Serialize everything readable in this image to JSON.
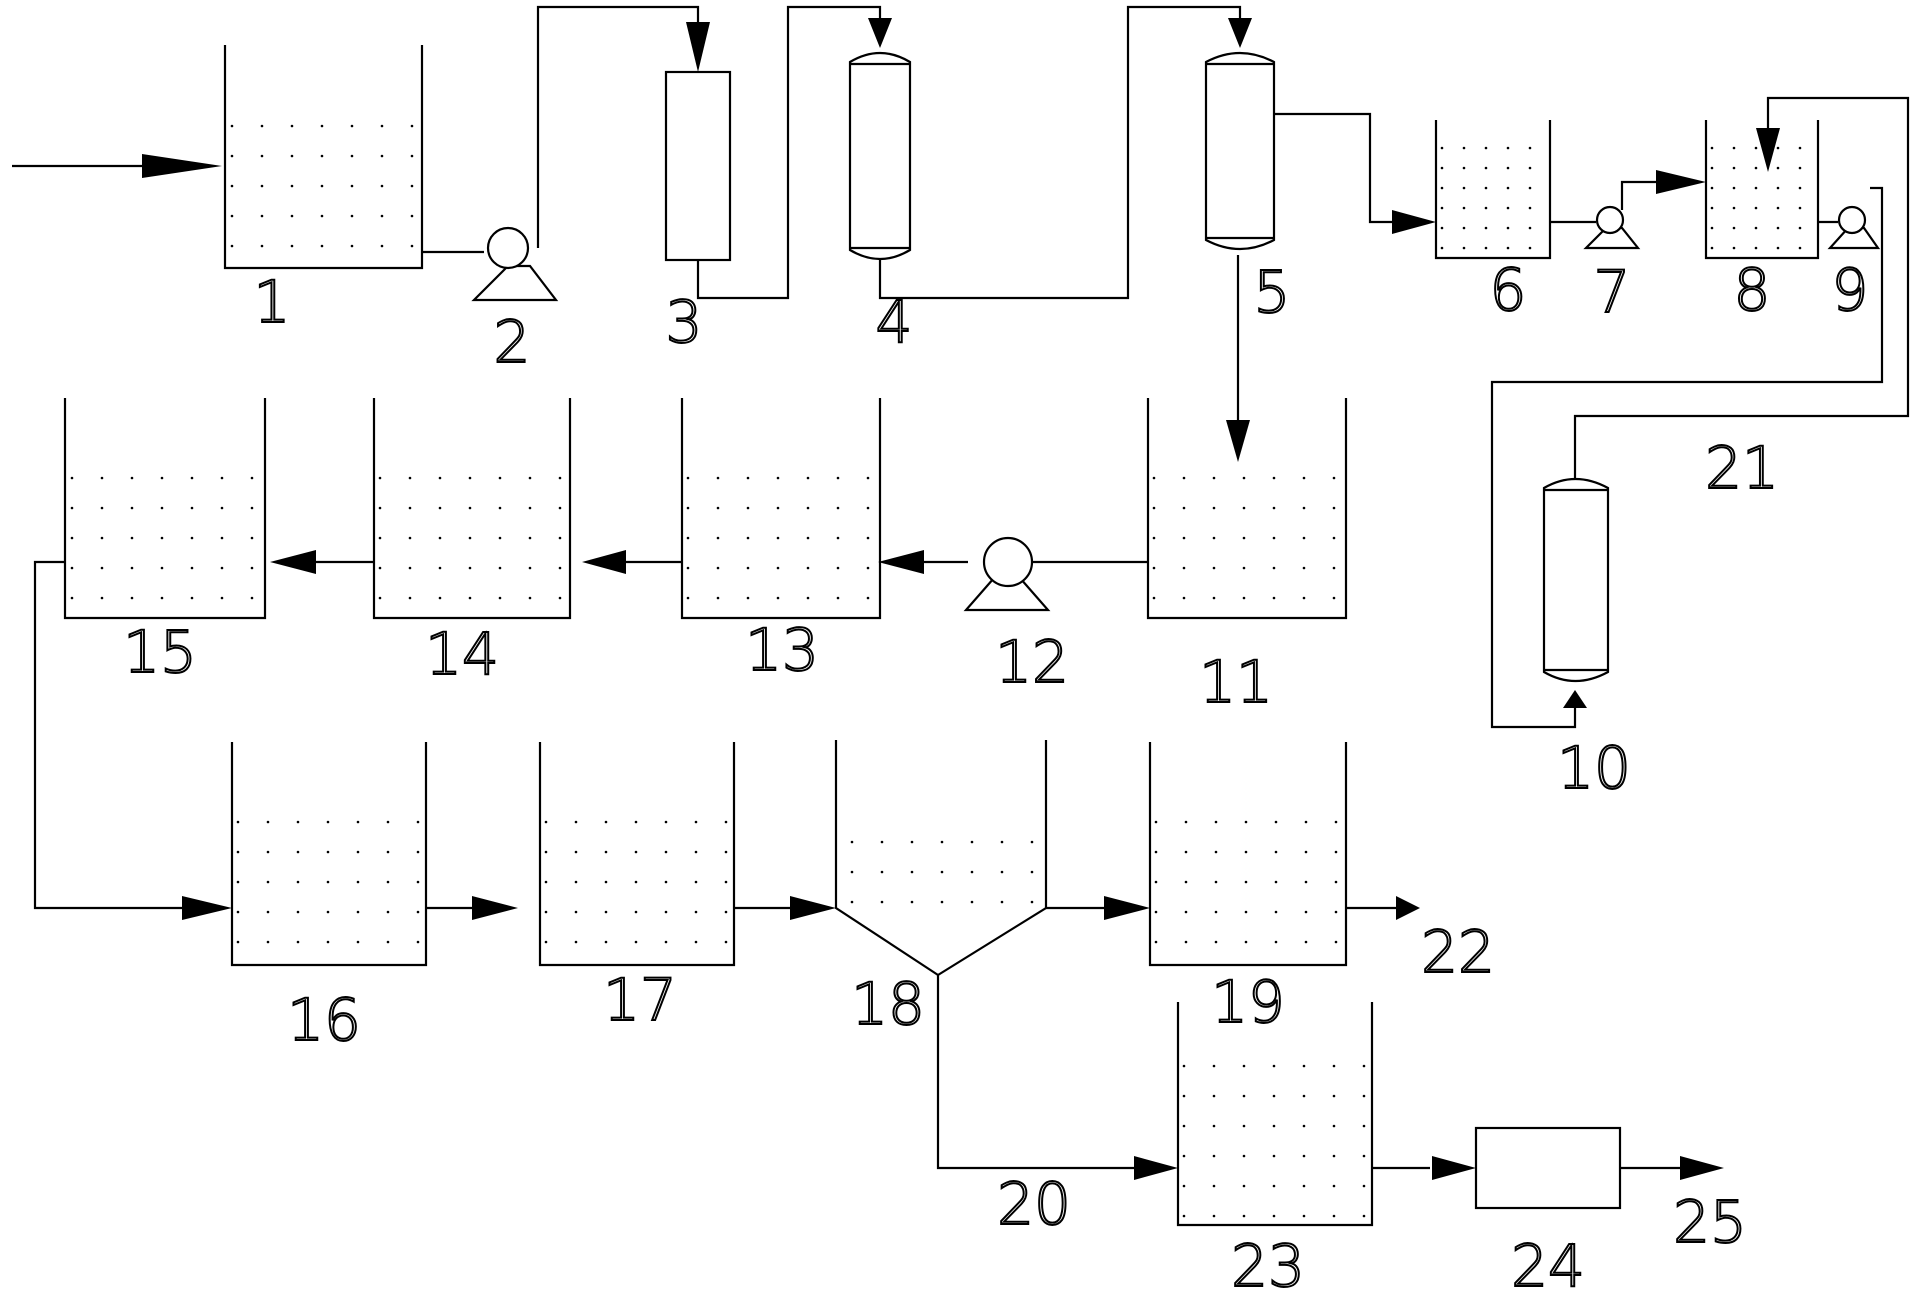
{
  "diagram": {
    "labels": {
      "n1": "1",
      "n2": "2",
      "n3": "3",
      "n4": "4",
      "n5": "5",
      "n6": "6",
      "n7": "7",
      "n8": "8",
      "n9": "9",
      "n10": "10",
      "n11": "11",
      "n12": "12",
      "n13": "13",
      "n14": "14",
      "n15": "15",
      "n16": "16",
      "n17": "17",
      "n18": "18",
      "n19": "19",
      "n20": "20",
      "n21": "21",
      "n22": "22",
      "n23": "23",
      "n24": "24",
      "n25": "25"
    }
  }
}
